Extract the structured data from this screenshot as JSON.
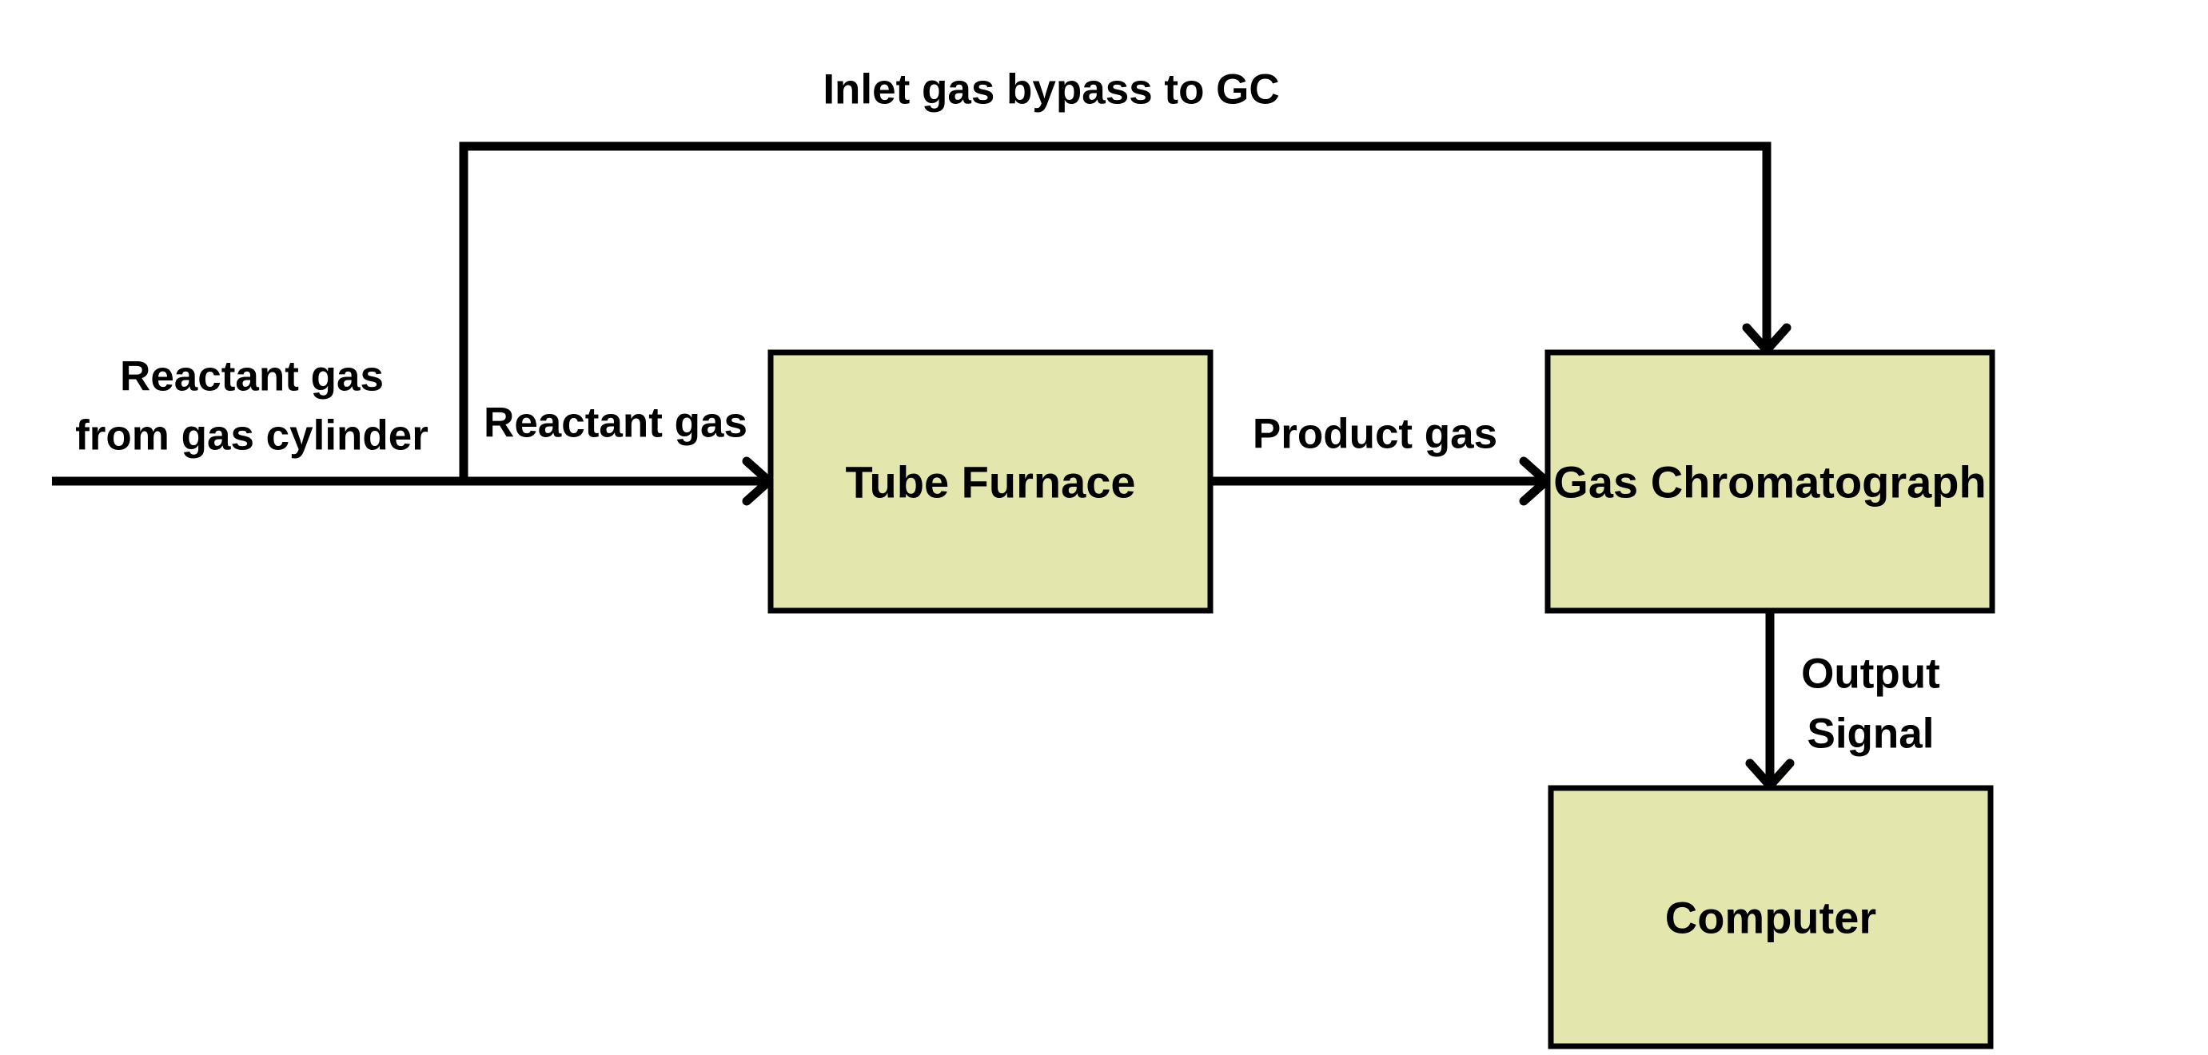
{
  "colors": {
    "box_fill": "#e3e7ae",
    "stroke": "#000000",
    "background": "#ffffff"
  },
  "boxes": {
    "tube_furnace": "Tube Furnace",
    "gas_chromatograph": "Gas Chromatograph",
    "computer": "Computer"
  },
  "labels": {
    "inlet_bypass": "Inlet gas bypass to GC",
    "reactant_source_line1": "Reactant gas",
    "reactant_source_line2": "from gas cylinder",
    "reactant_gas": "Reactant gas",
    "product_gas": "Product gas",
    "output_signal_line1": "Output",
    "output_signal_line2": "Signal"
  }
}
